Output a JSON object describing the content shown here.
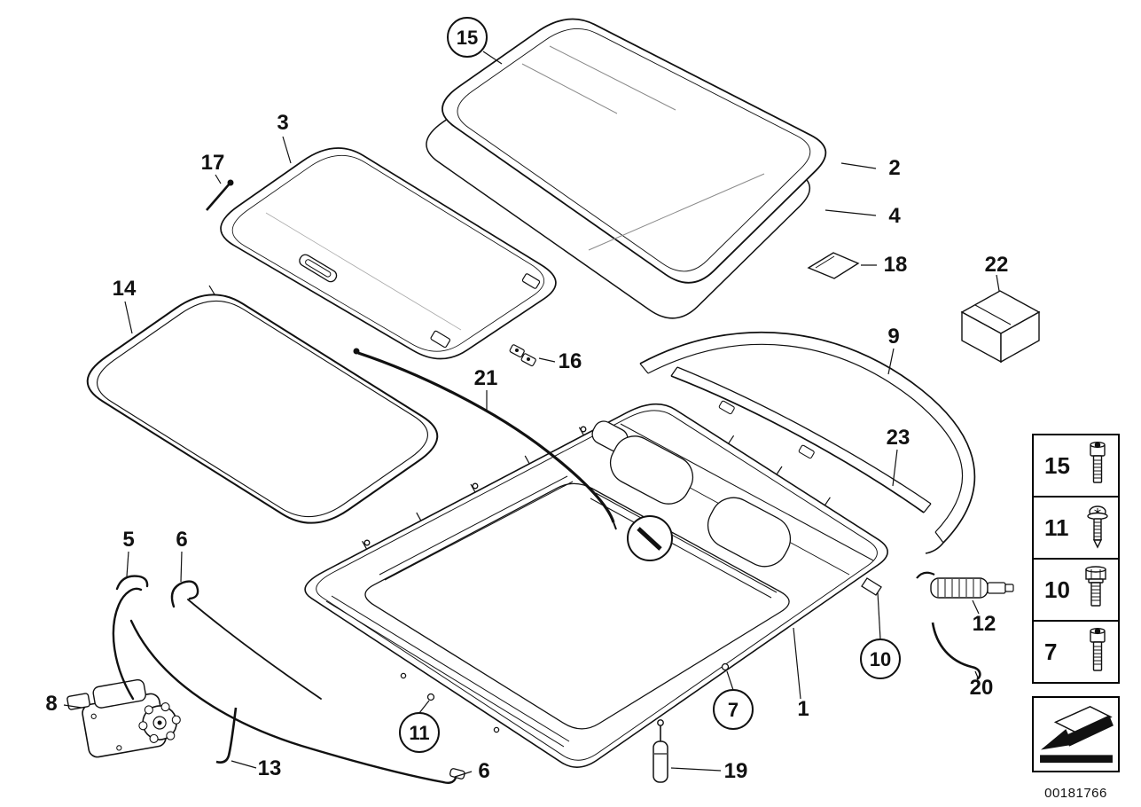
{
  "part_number": "00181766",
  "callouts": [
    {
      "label": "15",
      "circled": true
    },
    {
      "label": "3",
      "circled": false
    },
    {
      "label": "17",
      "circled": false
    },
    {
      "label": "2",
      "circled": false
    },
    {
      "label": "4",
      "circled": false
    },
    {
      "label": "18",
      "circled": false
    },
    {
      "label": "22",
      "circled": false
    },
    {
      "label": "14",
      "circled": false
    },
    {
      "label": "9",
      "circled": false
    },
    {
      "label": "16",
      "circled": false
    },
    {
      "label": "21",
      "circled": false
    },
    {
      "label": "23",
      "circled": false
    },
    {
      "label": "5",
      "circled": false
    },
    {
      "label": "6",
      "circled": false
    },
    {
      "label": "12",
      "circled": false
    },
    {
      "label": "10",
      "circled": true
    },
    {
      "label": "7",
      "circled": true
    },
    {
      "label": "1",
      "circled": false
    },
    {
      "label": "20",
      "circled": false
    },
    {
      "label": "8",
      "circled": false
    },
    {
      "label": "13",
      "circled": false
    },
    {
      "label": "11",
      "circled": true
    },
    {
      "label": "6",
      "circled": false
    },
    {
      "label": "19",
      "circled": false
    }
  ],
  "legend": {
    "items": [
      {
        "label": "15",
        "icon": "socket-head-cap-screw"
      },
      {
        "label": "11",
        "icon": "pan-head-screw"
      },
      {
        "label": "10",
        "icon": "hex-head-bolt"
      },
      {
        "label": "7",
        "icon": "socket-head-cap-screw"
      }
    ],
    "direction_symbol": "forward-direction-arrow"
  }
}
